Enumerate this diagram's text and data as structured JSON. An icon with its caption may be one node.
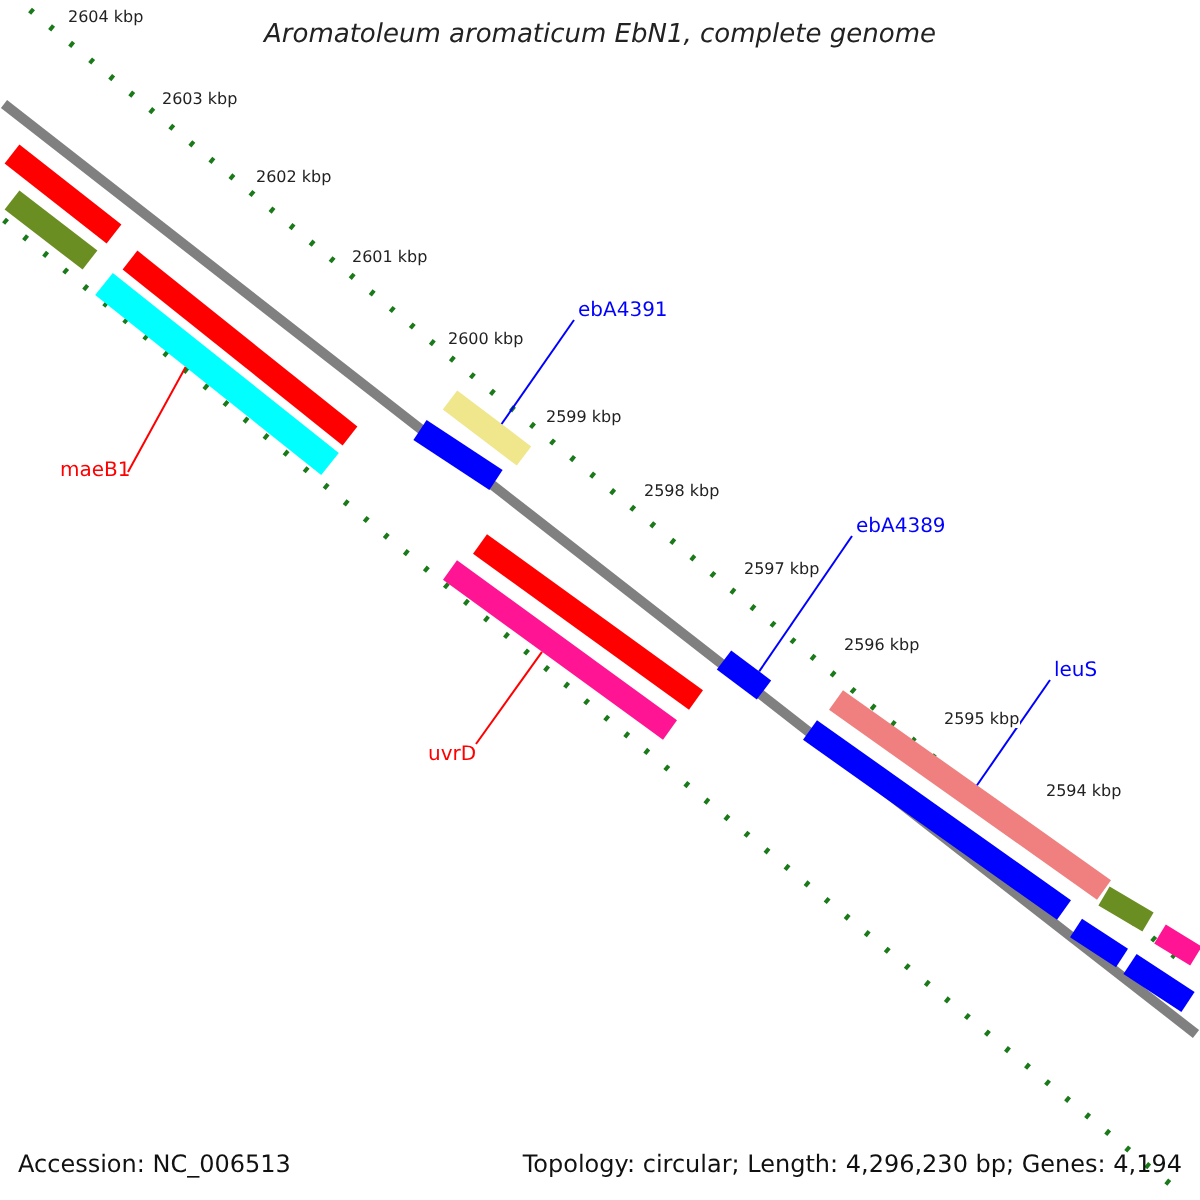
{
  "diagram": {
    "title": "Aromatoleum aromaticum EbN1, complete genome",
    "nodes": [
      {
        "text": [
          "maeB1"
        ]
      },
      {
        "text": [],
        "shape": "bar"
      },
      {
        "text": [
          "ebA4391"
        ]
      },
      {
        "text": [],
        "shape": "bar"
      },
      {
        "text": [
          "ebA4389"
        ]
      },
      {
        "text": [],
        "shape": "bar"
      },
      {
        "text": [
          "uvrD"
        ]
      },
      {
        "text": [],
        "shape": "bar"
      },
      {
        "text": [
          "leuS"
        ]
      },
      {
        "text": [],
        "shape": "bar"
      },
      {
        "text": [],
        "shape": "bar"
      },
      {
        "text": [],
        "shape": "bar"
      },
      {
        "text": [],
        "shape": "bar"
      },
      {
        "text": [],
        "shape": "bar"
      },
      {
        "text": [],
        "shape": "bar"
      },
      {
        "text": [],
        "shape": "bar"
      },
      {
        "text": [],
        "shape": "bar"
      },
      {
        "text": [],
        "shape": "bar"
      },
      {
        "text": [],
        "shape": "bar"
      },
      {
        "text": [],
        "shape": "bar"
      }
    ],
    "edges": [
      {
        "from": 0,
        "to": 1,
        "arrow": "none",
        "color": "#ff0000"
      },
      {
        "from": 2,
        "to": 3,
        "arrow": "none"
      },
      {
        "from": 4,
        "to": 5,
        "arrow": "none"
      },
      {
        "from": 6,
        "to": 7,
        "arrow": "none",
        "color": "#ff0000"
      },
      {
        "from": 8,
        "to": 9,
        "arrow": "none"
      }
    ],
    "labels": [
      "2604 kbp",
      "2603 kbp",
      "2602 kbp",
      "2601 kbp",
      "2600 kbp",
      "2599 kbp",
      "2598 kbp",
      "2597 kbp",
      "2596 kbp",
      "2595 kbp",
      "2594 kbp",
      "Accession: NC_006513",
      "Topology: circular; Length: 4,296,230 bp; Genes: 4,194"
    ]
  }
}
